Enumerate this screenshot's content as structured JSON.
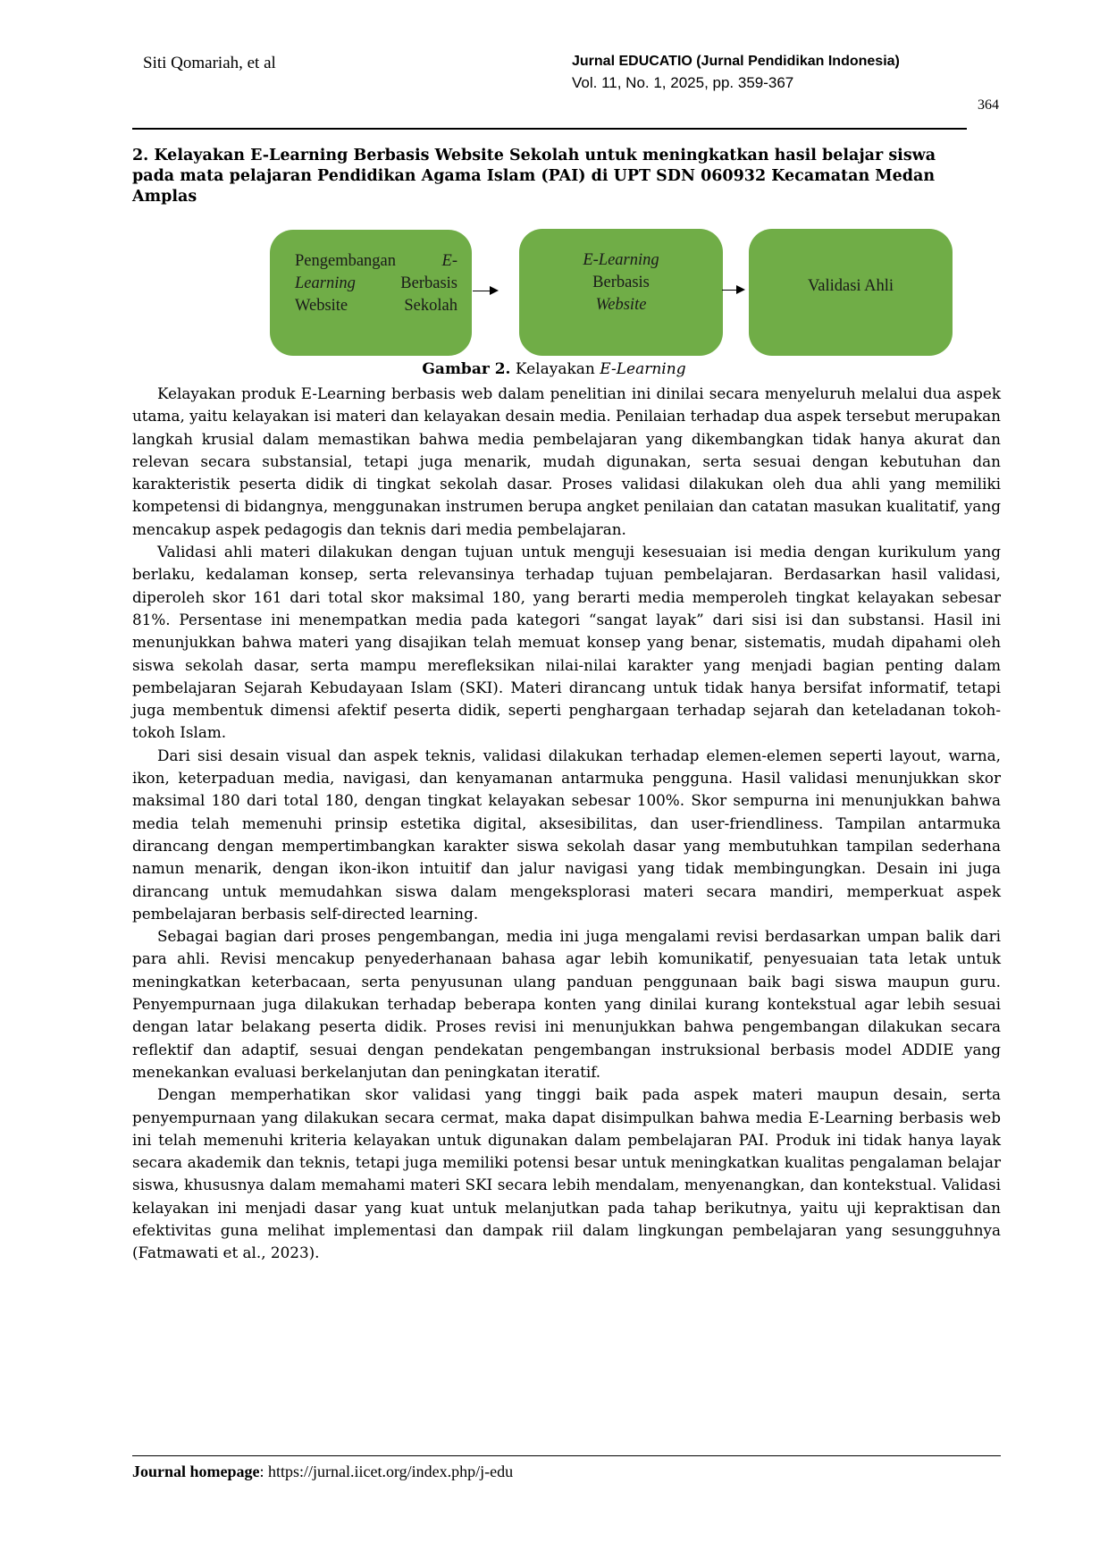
{
  "header": {
    "author": "Siti Qomariah, et al",
    "journal": "Jurnal EDUCATIO (Jurnal Pendidikan Indonesia)",
    "volume": "Vol. 11, No. 1, 2025, pp. 359-367",
    "page_number": "364"
  },
  "section": {
    "title": "2. Kelayakan E-Learning Berbasis Website Sekolah untuk meningkatkan hasil belajar siswa pada mata pelajaran Pendidikan Agama Islam (PAI) di UPT SDN 060932 Kecamatan Medan Amplas"
  },
  "figure": {
    "box1": {
      "line1": "Pengembangan",
      "line1_italic": "E-",
      "line2_italic": "Learning",
      "line2": "Berbasis",
      "line3": "Website Sekolah"
    },
    "box2": {
      "line1_italic": "E-Learning",
      "line2": "Berbasis",
      "line3_italic": "Website"
    },
    "box3": {
      "label": "Validasi Ahli"
    },
    "colors": {
      "box_fill": "#70ad47"
    },
    "caption_label": "Gambar 2.",
    "caption_text": "Kelayakan",
    "caption_italic": "E-Learning"
  },
  "paragraphs": [
    "Kelayakan produk E-Learning berbasis web dalam penelitian ini dinilai secara menyeluruh melalui dua aspek utama, yaitu kelayakan isi materi dan kelayakan desain media. Penilaian terhadap dua aspek tersebut merupakan langkah krusial dalam memastikan bahwa media pembelajaran yang dikembangkan tidak hanya akurat dan relevan secara substansial, tetapi juga menarik, mudah digunakan, serta sesuai dengan kebutuhan dan karakteristik peserta didik di tingkat sekolah dasar. Proses validasi dilakukan oleh dua ahli yang memiliki kompetensi di bidangnya, menggunakan instrumen berupa angket penilaian dan catatan masukan kualitatif, yang mencakup aspek pedagogis dan teknis dari media pembelajaran.",
    "Validasi ahli materi dilakukan dengan tujuan untuk menguji kesesuaian isi media dengan kurikulum yang berlaku, kedalaman konsep, serta relevansinya terhadap tujuan pembelajaran. Berdasarkan hasil validasi, diperoleh skor 161 dari total skor maksimal 180, yang berarti media memperoleh tingkat kelayakan sebesar 81%. Persentase ini menempatkan media pada kategori “sangat layak” dari sisi isi dan substansi. Hasil ini menunjukkan bahwa materi yang disajikan telah memuat konsep yang benar, sistematis, mudah dipahami oleh siswa sekolah dasar, serta mampu merefleksikan nilai-nilai karakter yang menjadi bagian penting dalam pembelajaran Sejarah Kebudayaan Islam (SKI). Materi dirancang untuk tidak hanya bersifat informatif, tetapi juga membentuk dimensi afektif peserta didik, seperti penghargaan terhadap sejarah dan keteladanan tokoh-tokoh Islam.",
    "Dari sisi desain visual dan aspek teknis, validasi dilakukan terhadap elemen-elemen seperti layout, warna, ikon, keterpaduan media, navigasi, dan kenyamanan antarmuka pengguna. Hasil validasi menunjukkan skor maksimal 180 dari total 180, dengan tingkat kelayakan sebesar 100%. Skor sempurna ini menunjukkan bahwa media telah memenuhi prinsip estetika digital, aksesibilitas, dan user-friendliness. Tampilan antarmuka dirancang dengan mempertimbangkan karakter siswa sekolah dasar yang membutuhkan tampilan sederhana namun menarik, dengan ikon-ikon intuitif dan jalur navigasi yang tidak membingungkan. Desain ini juga dirancang untuk memudahkan siswa dalam mengeksplorasi materi secara mandiri, memperkuat aspek pembelajaran berbasis self-directed learning.",
    "Sebagai bagian dari proses pengembangan, media ini juga mengalami revisi berdasarkan umpan balik dari para ahli. Revisi mencakup penyederhanaan bahasa agar lebih komunikatif, penyesuaian tata letak untuk meningkatkan keterbacaan, serta penyusunan ulang panduan penggunaan baik bagi siswa maupun guru. Penyempurnaan juga dilakukan terhadap beberapa konten yang dinilai kurang kontekstual agar lebih sesuai dengan latar belakang peserta didik. Proses revisi ini menunjukkan bahwa pengembangan dilakukan secara reflektif dan adaptif, sesuai dengan pendekatan pengembangan instruksional berbasis model ADDIE yang menekankan evaluasi berkelanjutan dan peningkatan iteratif.",
    "Dengan memperhatikan skor validasi yang tinggi baik pada aspek materi maupun desain, serta penyempurnaan yang dilakukan secara cermat, maka dapat disimpulkan bahwa media E-Learning berbasis web ini telah memenuhi kriteria kelayakan untuk digunakan dalam pembelajaran PAI. Produk ini tidak hanya layak secara akademik dan teknis, tetapi juga memiliki potensi besar untuk meningkatkan kualitas pengalaman belajar siswa, khususnya dalam memahami materi SKI secara lebih mendalam, menyenangkan, dan kontekstual. Validasi kelayakan ini menjadi dasar yang kuat untuk melanjutkan pada tahap berikutnya, yaitu uji kepraktisan dan efektivitas guna melihat implementasi dan dampak riil dalam lingkungan pembelajaran yang sesungguhnya (Fatmawati et al., 2023)."
  ],
  "footer": {
    "label": "Journal homepage",
    "url": "https://jurnal.iicet.org/index.php/j-edu"
  }
}
